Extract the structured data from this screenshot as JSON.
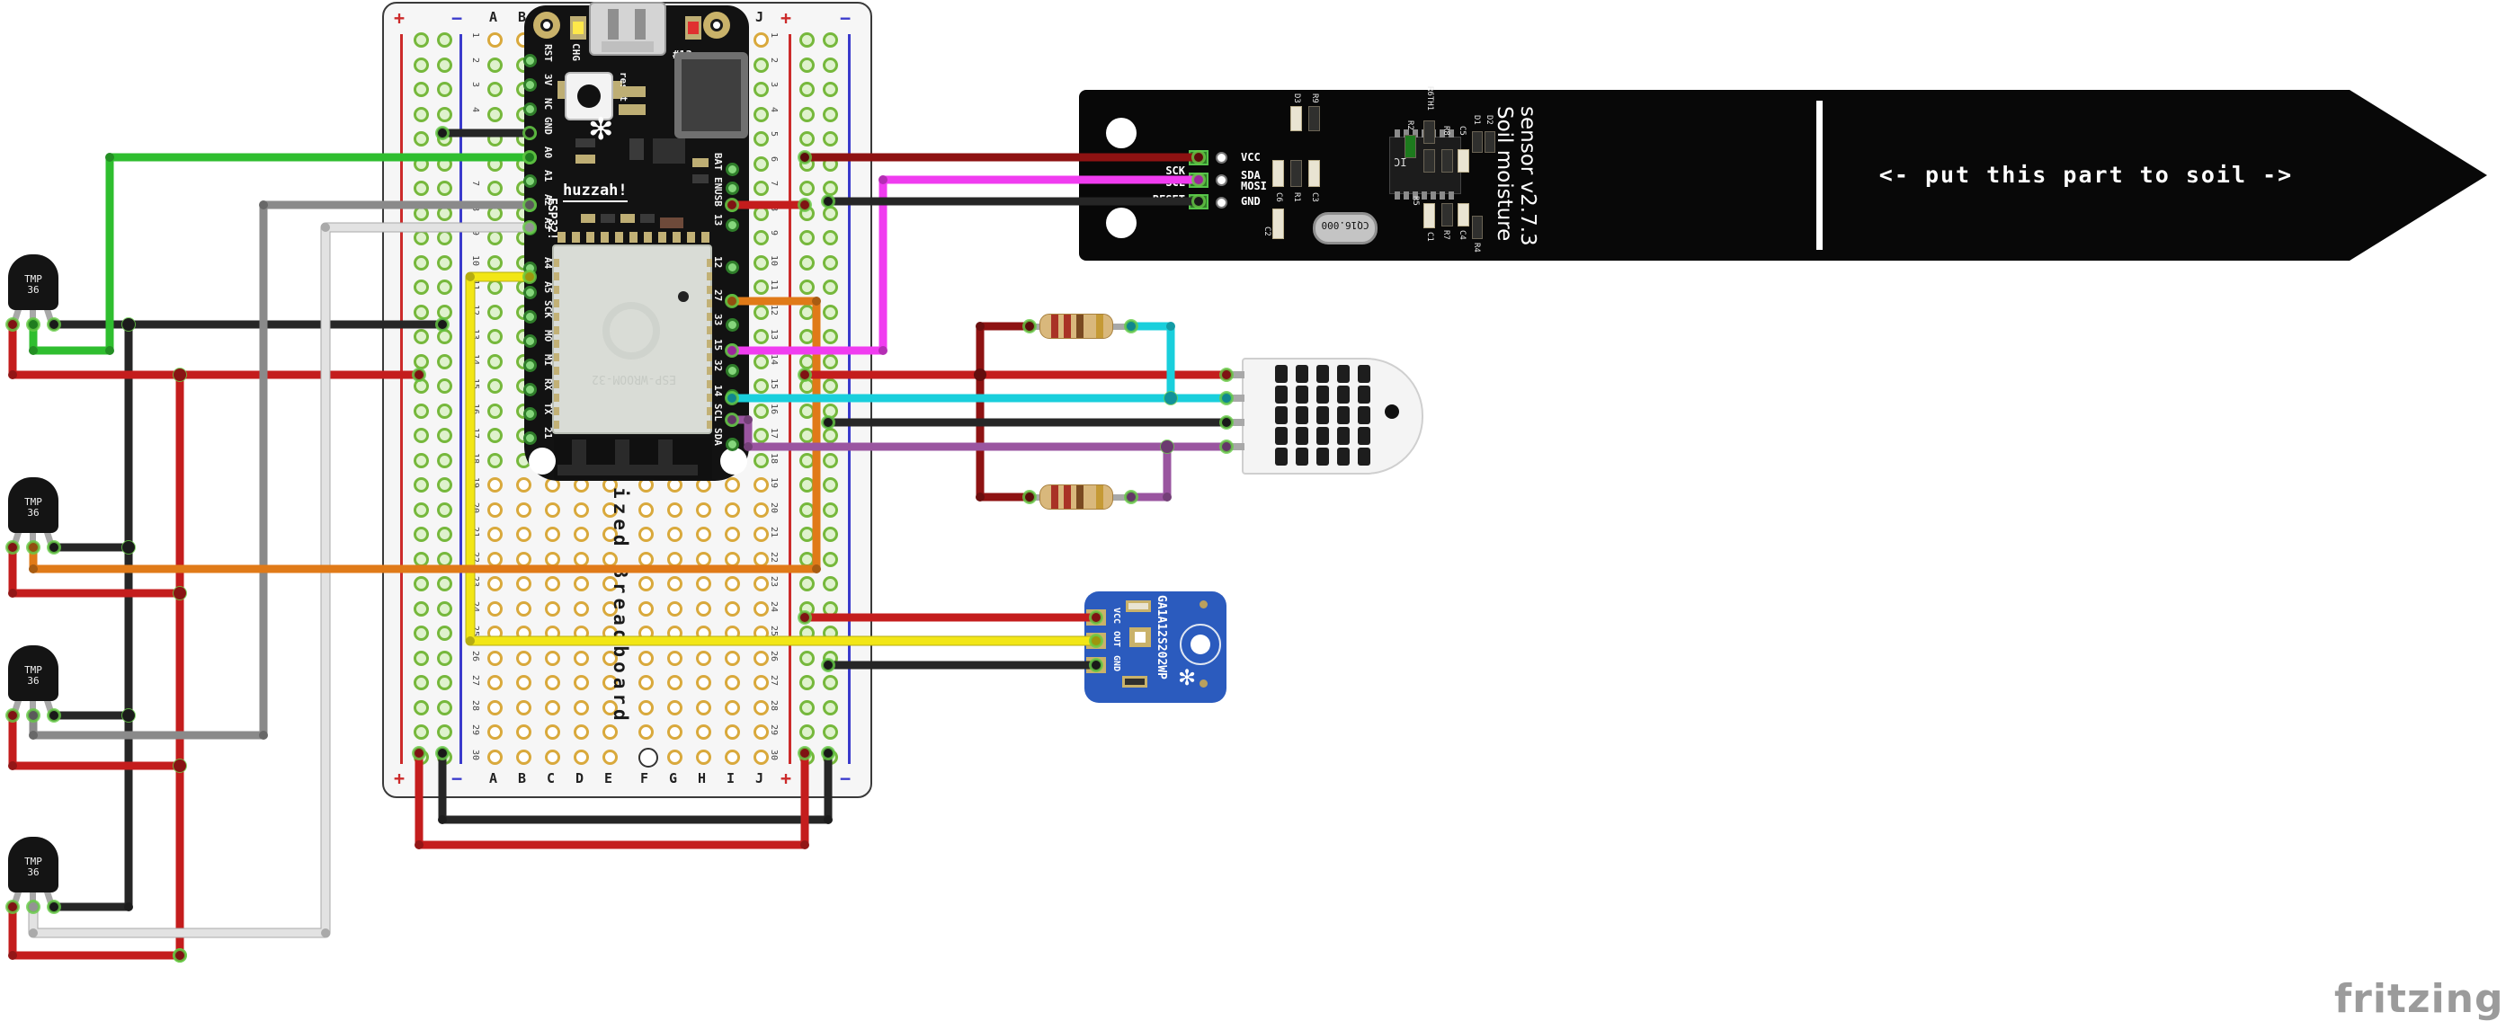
{
  "palette": {
    "wire_green": "#2fbe2f",
    "wire_black": "#262626",
    "wire_gray": "#8a8a8a",
    "wire_white": "#e2e2e2",
    "wire_red": "#c41d1d",
    "wire_dark_red": "#8e1212",
    "wire_orange": "#e07a18",
    "wire_yellow": "#f2e616",
    "wire_magenta": "#f03cf0",
    "wire_cyan": "#19cfdc",
    "wire_purple": "#9a55a0",
    "hole_green": "#76b83c",
    "hole_yellow": "#d9a93c",
    "rail_red": "#cc2a2a",
    "rail_blue": "#3a3acc",
    "pcb_black": "#0a0a0a",
    "adafruit_blue": "#2b5bbe",
    "resistor_body": "#d9b87c"
  },
  "breadboard": {
    "board_label": "ized Breadboard",
    "plus": "+",
    "minus": "−",
    "letters_left": [
      "A",
      "B",
      "C",
      "D",
      "E"
    ],
    "letters_right": [
      "F",
      "G",
      "H",
      "I",
      "J"
    ],
    "row_numbers": [
      "1",
      "2",
      "3",
      "4",
      "5",
      "6",
      "7",
      "8",
      "9",
      "10",
      "11",
      "12",
      "13",
      "14",
      "15",
      "16",
      "17",
      "18",
      "19",
      "20",
      "21",
      "22",
      "23",
      "24",
      "25",
      "26",
      "27",
      "28",
      "29",
      "30"
    ]
  },
  "esp32": {
    "left_pins": [
      "RST",
      "3V",
      "NC",
      "GND",
      "A0",
      "A1",
      "A2",
      "A3",
      "A4",
      "A5",
      "SCK",
      "MO",
      "MI",
      "RX",
      "TX",
      "21"
    ],
    "right_pins": [
      "BAT",
      "EN",
      "USB",
      "13",
      "12",
      "27",
      "33",
      "15",
      "32",
      "14",
      "SCL",
      "SDA"
    ],
    "chg": "CHG",
    "led13": "#13",
    "reset": "reset",
    "huzzah": "huzzah!",
    "esp32_bang": "ESP32!",
    "module_label": "ESP-WROOM-32"
  },
  "tmp36": {
    "line1": "TMP",
    "line2": "36"
  },
  "soil_sensor": {
    "title_line1": "Soil moisture",
    "title_line2": "sensor v2.7.3",
    "note": "<- put this part to soil ->",
    "pin_labels": [
      "VCC",
      "SDA",
      "MOSI",
      "GND"
    ],
    "mirror_labels": [
      "SCK",
      "SCL",
      "RESET"
    ],
    "ic_label": "IC",
    "crystal": "CQ16.000",
    "refs": [
      "D3",
      "R9",
      "C6",
      "R1",
      "C3",
      "C2",
      "R6TH1",
      "R2",
      "R8",
      "C5",
      "D1",
      "D2",
      "R5",
      "R7",
      "C4",
      "C1",
      "R4"
    ]
  },
  "light_sensor": {
    "name": "GA1A12S202WP",
    "pins": [
      "VCC",
      "OUT",
      "GND"
    ]
  },
  "watermark": "fritzing"
}
